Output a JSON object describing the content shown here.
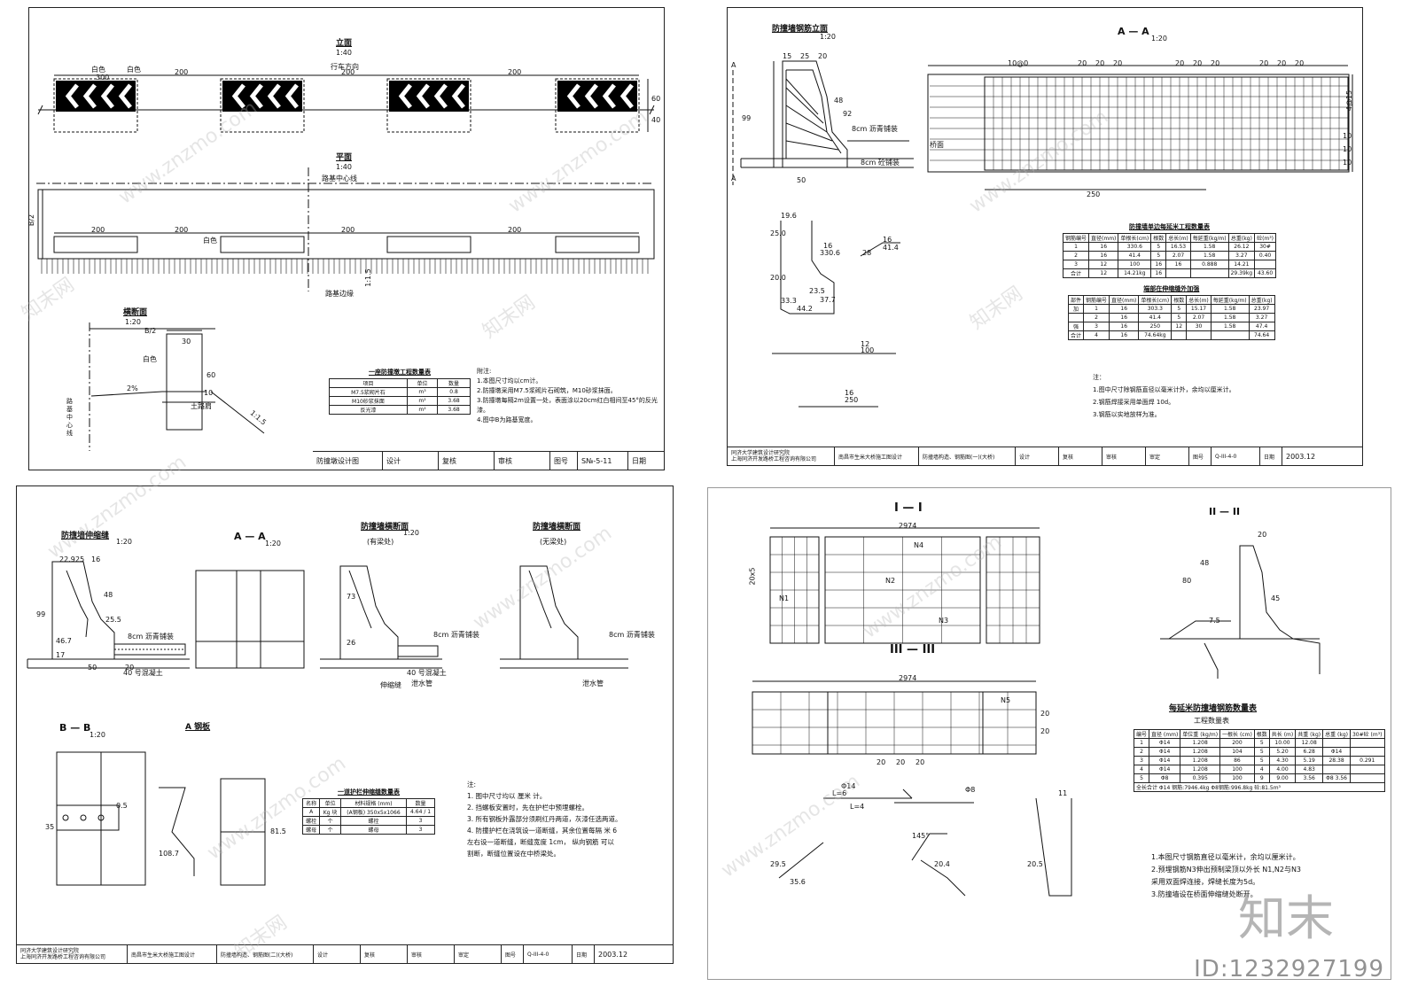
{
  "sheet1": {
    "view_elevation": "立面",
    "scale_elevation": "1:40",
    "label_direction": "行车方向",
    "label_black": "白色",
    "label_white": "白色",
    "dim_200": "200",
    "dim_60": "60",
    "dim_40": "40",
    "dim_300": "300",
    "view_plan": "平面",
    "scale_plan": "1:40",
    "label_centerline": "路基中心线",
    "label_b2": "B/2",
    "label_edge": "路基边缘",
    "label_white2": "白色",
    "label_15": "1:1.5",
    "view_section": "横断面",
    "scale_section": "1:20",
    "label_b2s": "B/2",
    "label_slope": "2%",
    "label_soil": "土路肩",
    "label_road_center": "路基中心线",
    "dim_30": "30",
    "dim_10": "10",
    "dim_60b": "60",
    "label_white3": "白色",
    "slope_label": "1:1.5",
    "table": {
      "caption": "一座防撞墩工程数量表",
      "headers": [
        "项目",
        "单位",
        "数量"
      ],
      "rows": [
        [
          "M7.5浆砌片石",
          "m³",
          "0.8"
        ],
        [
          "M10砂浆抹面",
          "m²",
          "3.68"
        ],
        [
          "反光漆",
          "m²",
          "3.68"
        ]
      ]
    },
    "notes_title": "附注:",
    "notes": [
      "1.本图尺寸均以cm计。",
      "2.防撞墩采用M7.5浆砌片石砌筑，M10砂浆抹面。",
      "3.防撞墩每隔2m设置一处，表面涂以20cm红白相间至45°的反光",
      "漆。",
      "4.图中B为路基宽度。"
    ],
    "tb": [
      "防撞墩设计图",
      "设计",
      "复核",
      "审核",
      "图号",
      "S№-5-11",
      "日期"
    ]
  },
  "sheet2": {
    "view_elev": "防撞墙钢筋立面",
    "scale_elev": "1:20",
    "view_aa": "A — A",
    "scale_aa": "1:20",
    "label_a": "A",
    "label_asph": "8cm 沥青铺装",
    "label_cement": "8cm 砼铺装",
    "label_deck": "桥面",
    "dims_top": [
      "10@0",
      "20",
      "20",
      "20",
      "20",
      "20",
      "20",
      "20",
      "20",
      "20"
    ],
    "dims_side": [
      "4@15",
      "10",
      "10",
      "10"
    ],
    "dim_250": "250",
    "dim_50": "50",
    "dim_20": "20",
    "dim_25": "25",
    "dim_15": "15",
    "dim_99": "99",
    "dim_48": "48",
    "dim_92": "92",
    "bar1_dims": [
      "19.6",
      "25.0",
      "16",
      "330.6",
      "28",
      "16",
      "41.4",
      "20.0",
      "33.3",
      "44.2",
      "23.5",
      "37.7"
    ],
    "bar3": [
      "12",
      "100"
    ],
    "bar4": [
      "16",
      "250"
    ],
    "table1": {
      "caption": "防撞墙单边每延米工程数量表",
      "headers": [
        "钢筋编号",
        "直径(mm)",
        "单根长(cm)",
        "根数",
        "总长(m)",
        "每延重(kg/m)",
        "总重(kg)",
        "砼(m³)"
      ],
      "rows": [
        [
          "1",
          "16",
          "330.6",
          "5",
          "16.53",
          "1.58",
          "26.12",
          "30#"
        ],
        [
          "2",
          "16",
          "41.4",
          "5",
          "2.07",
          "1.58",
          "3.27",
          "0.40"
        ],
        [
          "3",
          "12",
          "100",
          "16",
          "16",
          "0.888",
          "14.21",
          ""
        ],
        [
          "合计",
          "12",
          "14.21kg",
          "16",
          "",
          "",
          "29.39kg",
          "43.60"
        ]
      ]
    },
    "table2": {
      "caption": "端部在伸缩缝外加强",
      "headers": [
        "部件",
        "钢筋编号",
        "直径(mm)",
        "单根长(cm)",
        "根数",
        "总长(m)",
        "每延重(kg/m)",
        "总重(kg)"
      ],
      "rows": [
        [
          "加",
          "1",
          "16",
          "303.3",
          "5",
          "15.17",
          "1.58",
          "23.97"
        ],
        [
          "",
          "2",
          "16",
          "41.4",
          "5",
          "2.07",
          "1.58",
          "3.27"
        ],
        [
          "强",
          "3",
          "16",
          "250",
          "12",
          "30",
          "1.58",
          "47.4"
        ],
        [
          "合计",
          "4",
          "16",
          "74.64kg",
          "",
          "",
          "",
          "74.64"
        ]
      ]
    },
    "notes_title": "注：",
    "notes": [
      "1.图中尺寸除钢筋直径以毫米计外，余均以厘米计。",
      "2.钢筋焊接采用单面焊        10d。",
      "3.钢筋以实地放样为准。"
    ],
    "tb": [
      "同济大学建筑设计研究院",
      "上海同济开发路桥工程咨询有限公司",
      "南昌市生米大桥施工图设计",
      "防撞墙构造、钢筋图(一)(大桥)",
      "设计",
      "复核",
      "审核",
      "审定",
      "图号",
      "Q-III-4-0",
      "日期",
      "2003.12"
    ]
  },
  "sheet3": {
    "view1": "防撞墙伸缩缝",
    "scale1": "1:20",
    "view2": "A — A",
    "scale2": "1:20",
    "view3": "防撞墙横断面",
    "scale3": "1:20",
    "sub3": "(有梁处)",
    "view4": "防撞墙横断面",
    "sub4": "(无梁处)",
    "view5": "B — B",
    "scale5": "1:20",
    "view6": "A 钢板",
    "label_asph": "8cm 沥青铺装",
    "label_cement": "40 号混凝土",
    "label_joint": "伸缩缝",
    "label_drain": "泄水管",
    "dims": [
      "22.9",
      "25",
      "16",
      "99",
      "48",
      "25.5",
      "46.7",
      "17",
      "50",
      "20",
      "73",
      "26",
      "81.5",
      "108.7",
      "35",
      "0.5"
    ],
    "table": {
      "caption": "一道护栏伸缩缝数量表",
      "headers": [
        "名称",
        "单位",
        "材料规格 (mm)",
        "数量"
      ],
      "rows": [
        [
          "A",
          "Kg 块",
          "(A钢板) 350x5x1066",
          "4.64 / 1"
        ],
        [
          "螺栓",
          "个",
          "螺栓",
          "3"
        ],
        [
          "螺母",
          "个",
          "螺母",
          "3"
        ]
      ]
    },
    "notes_title": "注:",
    "notes": [
      "1.  图中尺寸均以    厘米 计。",
      "2.  挡螺板安置时，先在护栏中预埋螺栓。",
      "3.  所有钢板外露部分须刷红丹两道，灰漆任选两道。",
      "4.  防撞护栏在浇筑设一道断缝，其余位置每隔  米     6",
      "    左右设一道断缝，断缝宽度          1cm， 纵向钢筋    可以",
      "    割断，断缝位置设在中桥梁处。"
    ],
    "tb": [
      "同济大学建筑设计研究院",
      "上海同济开发路桥工程咨询有限公司",
      "南昌市生米大桥施工图设计",
      "防撞墙构造、钢筋图(二)(大桥)",
      "设计",
      "复核",
      "审核",
      "审定",
      "图号",
      "Q-III-4-0",
      "日期",
      "2003.12"
    ]
  },
  "sheet4": {
    "view1": "I — I",
    "view2": "II — II",
    "view3": "III — III",
    "dim_2974": "2974",
    "dim_2974b": "2974",
    "bars_labels": [
      "N1",
      "N2",
      "N3",
      "N4",
      "N5"
    ],
    "dims": [
      "20x5",
      "20",
      "20",
      "20",
      "20",
      "20",
      "20",
      "80",
      "48",
      "7.5",
      "45",
      "L=6",
      "L=4",
      "145°",
      "Φ14",
      "Φ8",
      "11",
      "29.5",
      "35.6",
      "20.4",
      "20.5"
    ],
    "table": {
      "caption1": "每延米防撞墙钢筋数量表",
      "caption2": "工程数量表",
      "headers": [
        "编号",
        "直径 (mm)",
        "单位重 (kg/m)",
        "一根长 (cm)",
        "根数",
        "共长 (m)",
        "共重 (kg)",
        "总重 (kg)",
        "30#砼 (m³)"
      ],
      "rows": [
        [
          "1",
          "Φ14",
          "1.208",
          "200",
          "5",
          "10.00",
          "12.08",
          "",
          ""
        ],
        [
          "2",
          "Φ14",
          "1.208",
          "104",
          "5",
          "5.20",
          "6.28",
          "Φ14",
          ""
        ],
        [
          "3",
          "Φ14",
          "1.208",
          "86",
          "5",
          "4.30",
          "5.19",
          "28.38",
          "0.291"
        ],
        [
          "4",
          "Φ14",
          "1.208",
          "100",
          "4",
          "4.00",
          "4.83",
          "",
          ""
        ],
        [
          "5",
          "Φ8",
          "0.395",
          "100",
          "9",
          "9.00",
          "3.56",
          "Φ8 3.56",
          ""
        ]
      ],
      "total": "全长合计     Φ14 钢筋:7946.4kg     Φ8钢筋:996.8kg     砼:81.5m³"
    },
    "notes": [
      "1.本图尺寸钢筋直径以毫米计，余均以厘米计。",
      "2.预埋钢筋N3伸出预制梁顶以外长  N1,N2与N3",
      "   采用双面焊连接，焊缝长度为5d。",
      "3.防撞墙设在桥面伸缩缝处断开。"
    ]
  },
  "watermark": {
    "site": "www.znzmo.com",
    "brand": "知末网",
    "logo": "知末",
    "id": "ID:1232927199"
  }
}
